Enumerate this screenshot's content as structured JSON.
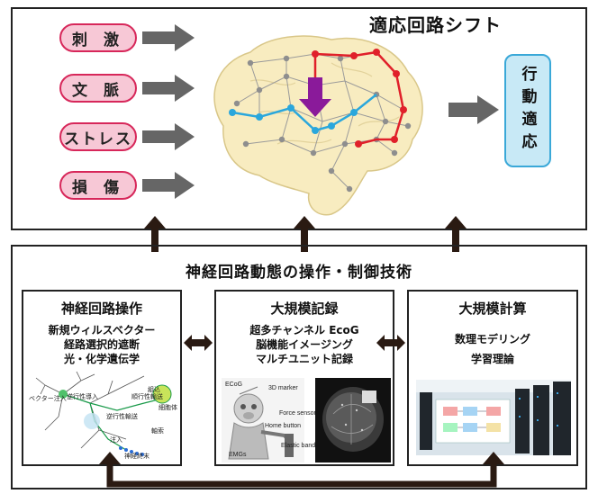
{
  "inputs": [
    "刺 激",
    "文 脈",
    "ストレス",
    "損 傷"
  ],
  "top_title": "適応回路シフト",
  "outcome": "行動適応",
  "bottom_title": "神経回路動態の操作・制御技術",
  "sections": [
    {
      "title": "神経回路操作",
      "lines": [
        "新規ウィルスベクター",
        "経路選択的遮断",
        "光・化学遺伝学"
      ]
    },
    {
      "title": "大規模記録",
      "lines": [
        "超多チャンネル EcoG",
        "脳機能イメージング",
        "マルチユニット記録"
      ]
    },
    {
      "title": "大規模計算",
      "lines": [
        "数理モデリング",
        "学習理論"
      ]
    }
  ],
  "neuron_labels": [
    "ベクター注入",
    "逆行性導入",
    "逆行性輸送",
    "順行性輸送",
    "細胞体",
    "軸索",
    "注入",
    "神経終末",
    "組込"
  ],
  "monkey_labels": [
    "ECoG",
    "3D marker",
    "Force sensor",
    "Home button",
    "Elastic band",
    "EMGs"
  ],
  "colors": {
    "pill_fill": "#f7c8d6",
    "pill_border": "#d7275a",
    "brain": "#f8ecc0",
    "red_path": "#e0202a",
    "blue_path": "#2aa7dc",
    "purple_arrow": "#8a1a9a",
    "outcome_fill": "#c8e9f6"
  }
}
